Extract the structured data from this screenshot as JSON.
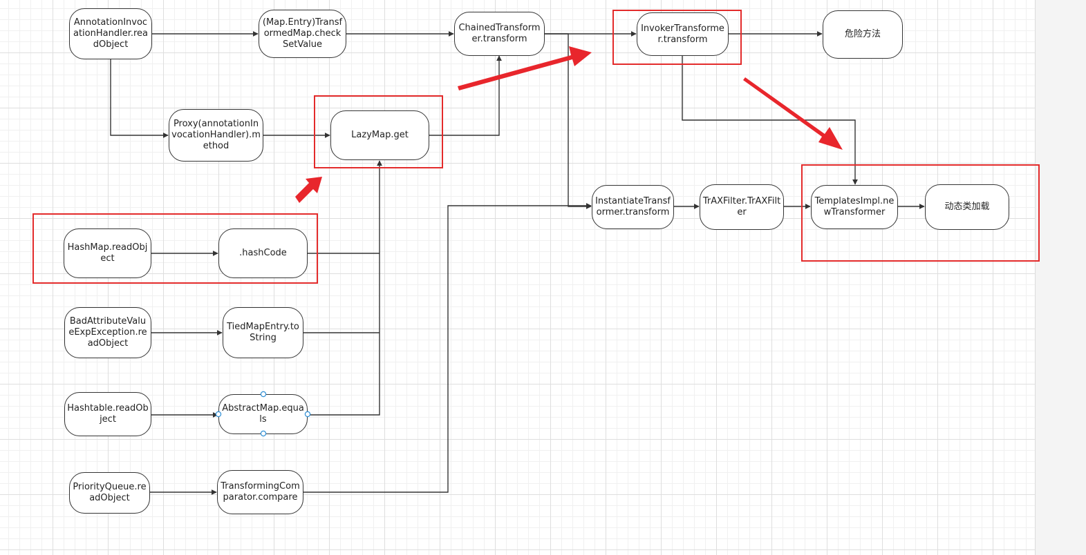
{
  "nodes": {
    "annotation_readobject": "AnnotationInvocationHandler.readObject",
    "map_entry_checksetvalue": "(Map.Entry)TransformedMap.checkSetValue",
    "chained_transform": "ChainedTransformer.transform",
    "invoker_transform": "InvokerTransformer.transform",
    "danger_method": "危险方法",
    "proxy_method": "Proxy(annotationInvocationHandler).method",
    "lazymap_get": "LazyMap.get",
    "hashmap_readobject": "HashMap.readObject",
    "hashcode": ".hashCode",
    "badattr_readobject": "BadAttributeValueExpException.readObject",
    "tiedmapentry_tostring": "TiedMapEntry.toString",
    "hashtable_readobject": "Hashtable.readObject",
    "abstractmap_equals": "AbstractMap.equals",
    "priorityqueue_readobject": "PriorityQueue.readObject",
    "transforming_compare": "TransformingComparator.compare",
    "instantiate_transform": "InstantiateTransformer.transform",
    "traxfilter": "TrAXFilter.TrAXFilter",
    "templatesimpl_newtransformer": "TemplatesImpl.newTransformer",
    "dynamic_class_loading": "动态类加载"
  },
  "colors": {
    "highlight": "#e32a2a",
    "edge": "#333333",
    "node_border": "#333333",
    "selection_handle": "#2e8fd6"
  }
}
